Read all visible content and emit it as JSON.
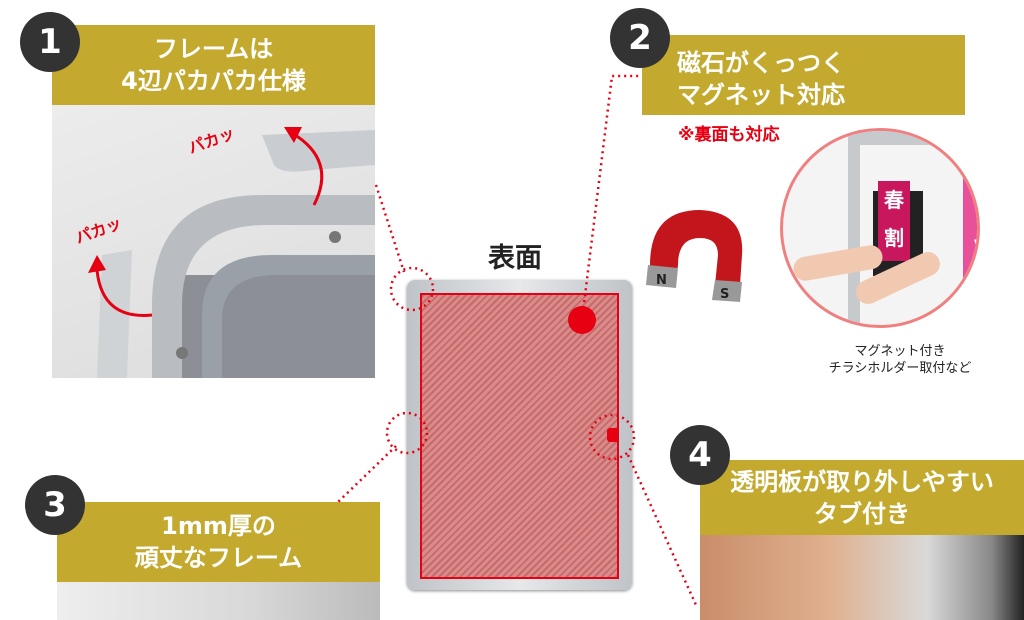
{
  "colors": {
    "accent": "#c3aa2f",
    "badge": "#333333",
    "red": "#e60012"
  },
  "feature1": {
    "number": "1",
    "title_line1": "フレームは",
    "title_line2": "4辺パカパカ仕様",
    "label_a": "パカッ",
    "label_b": "パカッ"
  },
  "feature2": {
    "number": "2",
    "title_line1": "磁石がくっつく",
    "title_line2": "マグネット対応",
    "note": "※裏面も対応",
    "caption_line1": "マグネット付き",
    "caption_line2": "チラシホルダー取付など",
    "photo_text_1": "春",
    "photo_text_2": "割",
    "magnet_n": "N",
    "magnet_s": "S"
  },
  "feature3": {
    "number": "3",
    "title_line1": "1mm厚の",
    "title_line2": "頑丈なフレーム"
  },
  "feature4": {
    "number": "4",
    "title_line1": "透明板が取り外しやすい",
    "title_line2": "タブ付き"
  },
  "center": {
    "label": "表面"
  }
}
